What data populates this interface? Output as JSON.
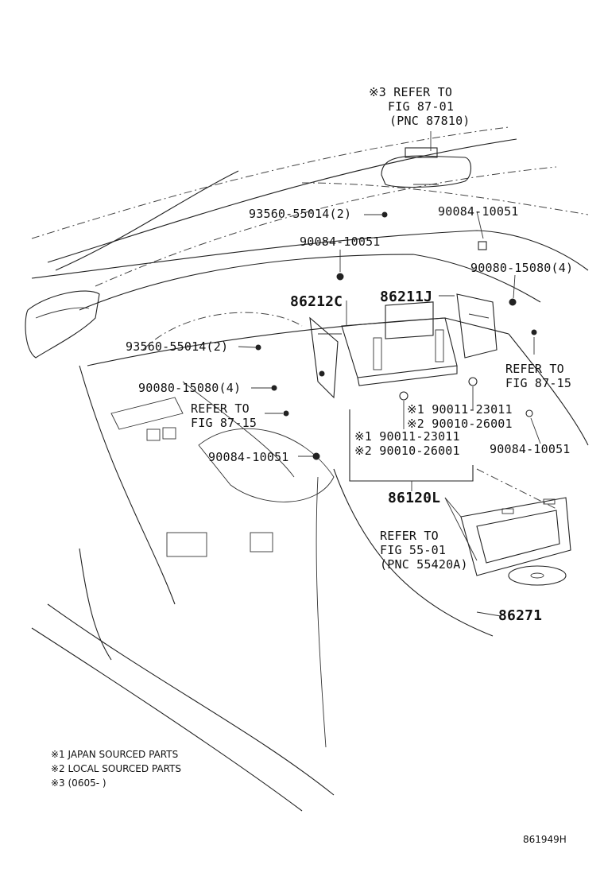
{
  "labels": {
    "refer_87_01_l1": "※3 REFER TO",
    "refer_87_01_l2": "FIG 87-01",
    "refer_87_01_l3": "(PNC 87810)",
    "p_93560_top": "93560-55014(2)",
    "p_90084_topright": "90084-10051",
    "p_90084_mid": "90084-10051",
    "p_90080_right": "90080-15080(4)",
    "p_86212c": "86212C",
    "p_86211j": "86211J",
    "p_93560_left": "93560-55014(2)",
    "refer_87_15_r_l1": "REFER TO",
    "refer_87_15_r_l2": "FIG 87-15",
    "p_90080_left": "90080-15080(4)",
    "refer_87_15_l_l1": "REFER TO",
    "refer_87_15_l_l2": "FIG 87-15",
    "p_90011_r": "※1 90011-23011",
    "p_90010_r": "※2 90010-26001",
    "p_90011_l": "※1 90011-23011",
    "p_90010_l": "※2 90010-26001",
    "p_90084_left": "90084-10051",
    "p_90084_right": "90084-10051",
    "p_86120l": "86120L",
    "refer_55_01_l1": "REFER TO",
    "refer_55_01_l2": "FIG 55-01",
    "refer_55_01_l3": "(PNC 55420A)",
    "p_86271": "86271"
  },
  "notes": [
    "※1 JAPAN SOURCED PARTS",
    "※2 LOCAL SOURCED PARTS",
    "※3 (0605-     )"
  ],
  "figure_id": "861949H"
}
